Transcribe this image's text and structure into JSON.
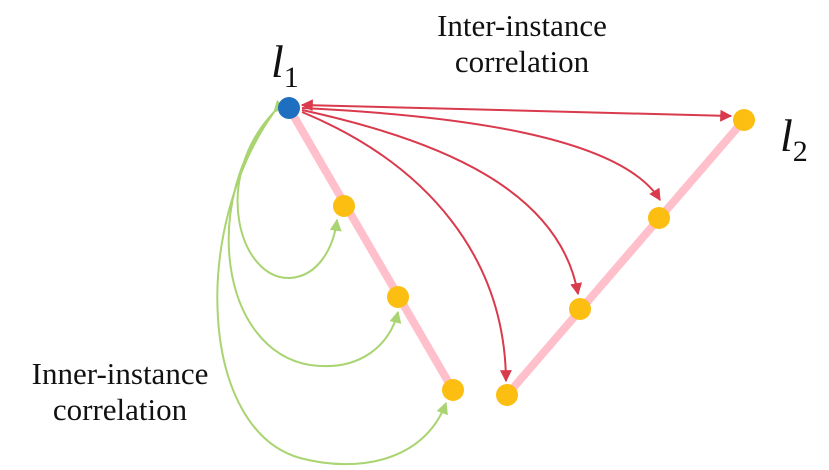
{
  "labels": {
    "inter_instance": {
      "line1": "Inter-instance",
      "line2": "correlation"
    },
    "inner_instance": {
      "line1": "Inner-instance",
      "line2": "correlation"
    },
    "instance_1": {
      "letter": "l",
      "subscript": "1"
    },
    "instance_2": {
      "letter": "l",
      "subscript": "2"
    }
  },
  "colors": {
    "instance_line": "#ffbfcb",
    "anchor_point": "#1f6fc0",
    "point": "#fbbe11",
    "inter_arrow": "#d93a4c",
    "inner_arrow": "#a9d471"
  },
  "icons": {
    "arrowhead": "triangle-arrowhead-icon"
  }
}
